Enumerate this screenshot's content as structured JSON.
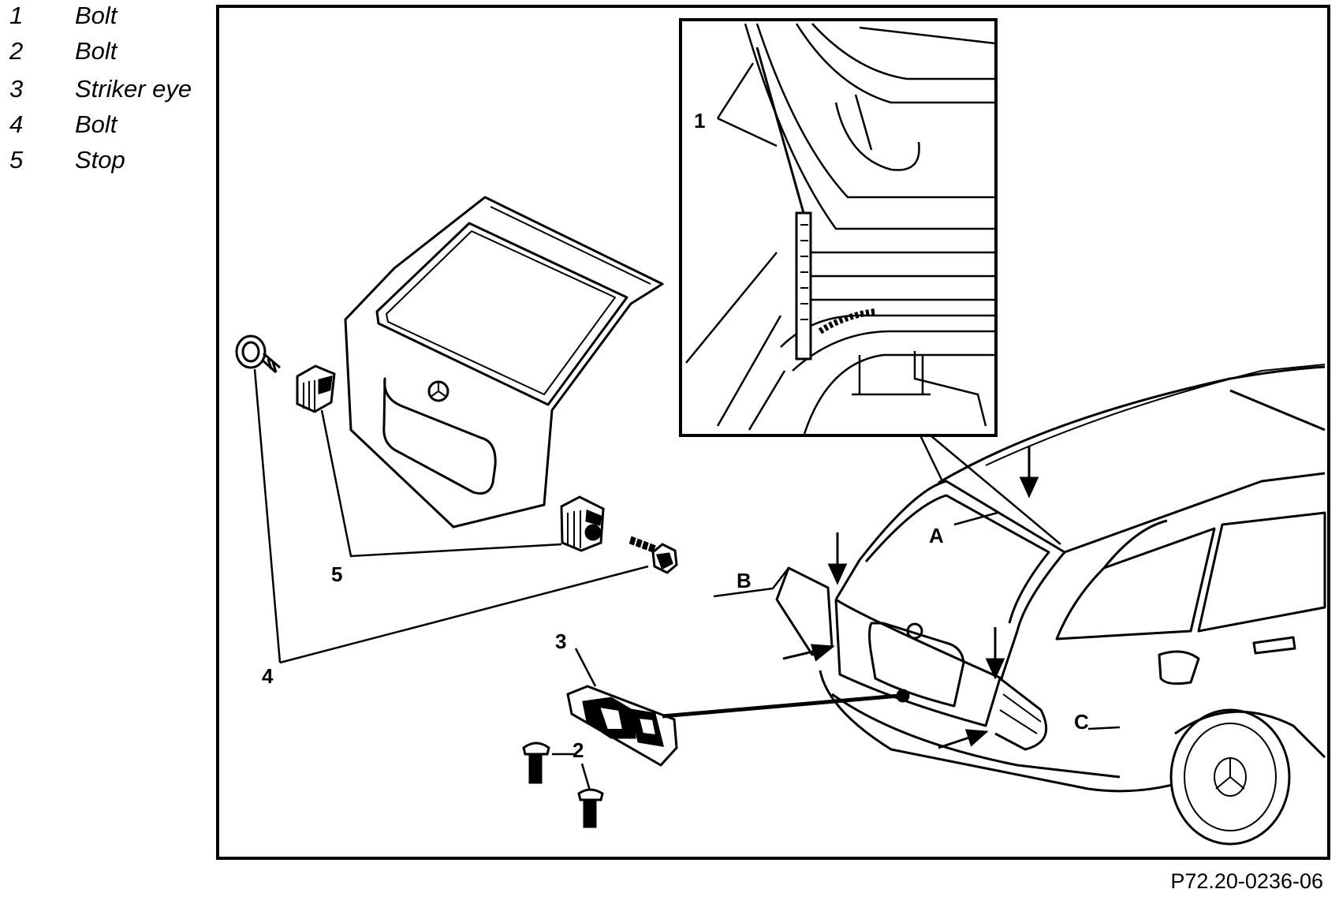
{
  "legend": [
    {
      "num": "1",
      "label": "Bolt"
    },
    {
      "num": "2",
      "label": "Bolt"
    },
    {
      "num": "3",
      "label": "Striker eye"
    },
    {
      "num": "4",
      "label": "Bolt"
    },
    {
      "num": "5",
      "label": "Stop"
    }
  ],
  "callouts": {
    "c1": "1",
    "c2": "2",
    "c3": "3",
    "c4": "4",
    "c5": "5",
    "a": "A",
    "b": "B",
    "c": "C"
  },
  "reference_code": "P72.20-0236-06",
  "colors": {
    "line": "#000000",
    "background": "#ffffff"
  }
}
